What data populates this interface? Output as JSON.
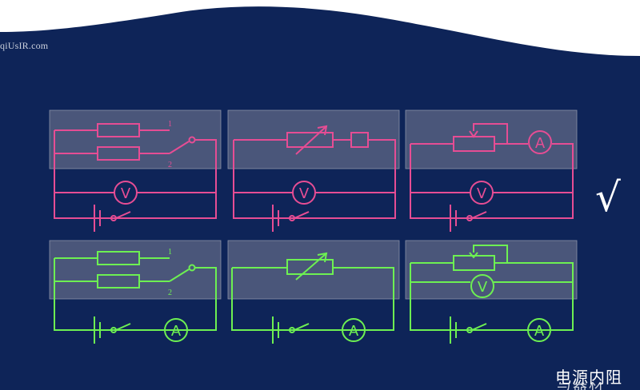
{
  "watermark": "qiUsIR.com",
  "check_mark": "√",
  "bottom_label": "电源内阻",
  "bottom_label_partial": "与器材",
  "meter_voltmeter": "V",
  "meter_ammeter": "A",
  "switch_pos_1": "1",
  "switch_pos_2": "2",
  "colors": {
    "background": "#0e2458",
    "pink_circuits": "#e64d94",
    "green_circuits": "#6df052",
    "panel": "#7a8098"
  }
}
